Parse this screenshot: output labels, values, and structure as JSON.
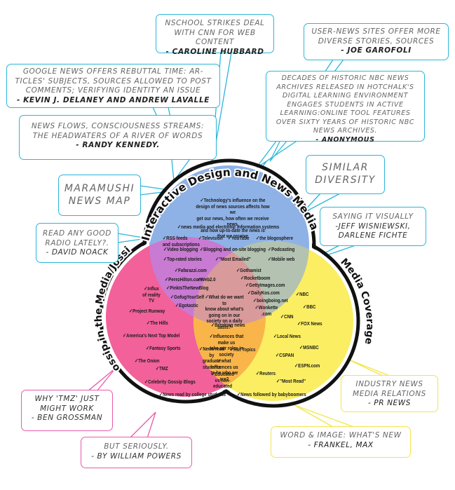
{
  "title": "Maramushi News Map",
  "colors": {
    "interactive": "#8fb2e6",
    "gossip": "#f2619a",
    "media": "#fbee62",
    "overlap_purple": "#c97ad2",
    "overlap_green": "#b3c2b1",
    "overlap_orange": "#f9b54a",
    "overlap_center": "#d99a9c",
    "callout_blue": "#2bb6d9",
    "callout_pink": "#e85aa8",
    "callout_yellow": "#f2e64a"
  },
  "circles": {
    "interactive": {
      "label": "Interactive Design and News Media"
    },
    "gossip": {
      "label": "Gossip in the Media/Jossip"
    },
    "media": {
      "label": "Media Coverage"
    }
  },
  "callouts": [
    {
      "text": "NSCHOOL STRIKES DEAL WITH CNN FOR WEB CONTENT",
      "author": "- CAROLINE HUBBARD"
    },
    {
      "text": "USER-NEWS SITES OFFER MORE DIVERSE STORIES, SOURCES",
      "author": "- JOE GAROFOLI"
    },
    {
      "text": "GOOGLE NEWS OFFERS REBUTTAL TIME: AR-TICLES' SUBJECTS, SOURCES ALLOWED TO POST COMMENTS; VERIFYING IDENTITY AN ISSUE",
      "author": "- KEVIN J. DELANEY AND ANDREW LAVALLE"
    },
    {
      "text": "DECADES OF HISTORIC NBC NEWS ARCHIVES RELEASED IN HOTCHALK'S DIGITAL LEARNING ENVIRONMENT ENGAGES STUDENTS IN ACTIVE LEARNING:ONLINE TOOL FEATURES OVER SIXTY YEARS OF HISTORIC NBC NEWS ARCHIVES.",
      "author": "- ANONYMOUS"
    },
    {
      "text": "NEWS FLOWS, CONSCIOUSNESS STREAMS: THE HEADWATERS OF A RIVER OF WORDS",
      "author": "- RANDY KENNEDY."
    },
    {
      "text": "SIMILAR DIVERSITY",
      "author": ""
    },
    {
      "text": "MARAMUSHI NEWS MAP",
      "author": ""
    },
    {
      "text": "SAYING IT VISUALLY",
      "author": "-JEFF WISNIEWSKI, DARLENE FICHTE"
    },
    {
      "text": "READ ANY GOOD RADIO LATELY?.",
      "author": "- DAVID NOACK"
    },
    {
      "text": "INDUSTRY NEWS MEDIA RELATIONS",
      "author": "- PR NEWS"
    },
    {
      "text": "WHY 'TMZ' JUST MIGHT WORK",
      "author": "- BEN GROSSMAN"
    },
    {
      "text": "WORD & IMAGE: WHAT'S NEW",
      "author": "- FRANKEL, MAX"
    },
    {
      "text": "BUT SERIOUSLY.",
      "author": "- BY WILLIAM POWERS"
    }
  ],
  "interactive_items": [
    "Technology's influence on the\ndesign of news sources affects how we\nget our news, how often we receive news,\nand how up-to-date the news is\nthat we receive",
    "news media and electronic information systems",
    "RSS feeds\nand subscriptions",
    "Television",
    "YouTube",
    "the blogosphere",
    "Video blogging",
    "Blogging and on-site blogging",
    "Podcasting",
    "Top-rated stories",
    "\"Most Emailed\"",
    "Mobile web"
  ],
  "interactive_gossip_items": [
    "Fafarazzi.com",
    "PerezHilton.com",
    "Web2.0",
    "PinkIsTheNewBlog",
    "GofugYourSelf",
    "Egotastic"
  ],
  "interactive_media_items": [
    "Gothamist",
    "Rocketboom",
    "GettyImages.com",
    "DailyKos.com",
    "boingboing.net",
    "Wonkette\n.com"
  ],
  "center_items": [
    "What do we want to\nknow about what's\ngoing on in our\nsociety on a daily\nbasis?",
    "Breaking news"
  ],
  "gossip_media_items": [
    "Influences that make us\ntake our roles in society",
    "News read by\ngraduate students",
    "Hot Topics",
    "what influences us\nto be who we are?",
    "Educated\nvs non-educated"
  ],
  "gossip_items": [
    "Influx\nof reality\nTV",
    "Project Runway",
    "The Hills",
    "America's Next Top Model",
    "Fantasy Sports",
    "The Onion",
    "TMZ",
    "Celebrity Gossip Blogs",
    "News read by college students"
  ],
  "media_items": [
    "NBC",
    "BBC",
    "CNN",
    "FOX News",
    "Local News",
    "MSNBC",
    "CSPAN",
    "ESPN.com",
    "Reuters",
    "\"Most Read\"",
    "News followed by babyboomers"
  ]
}
